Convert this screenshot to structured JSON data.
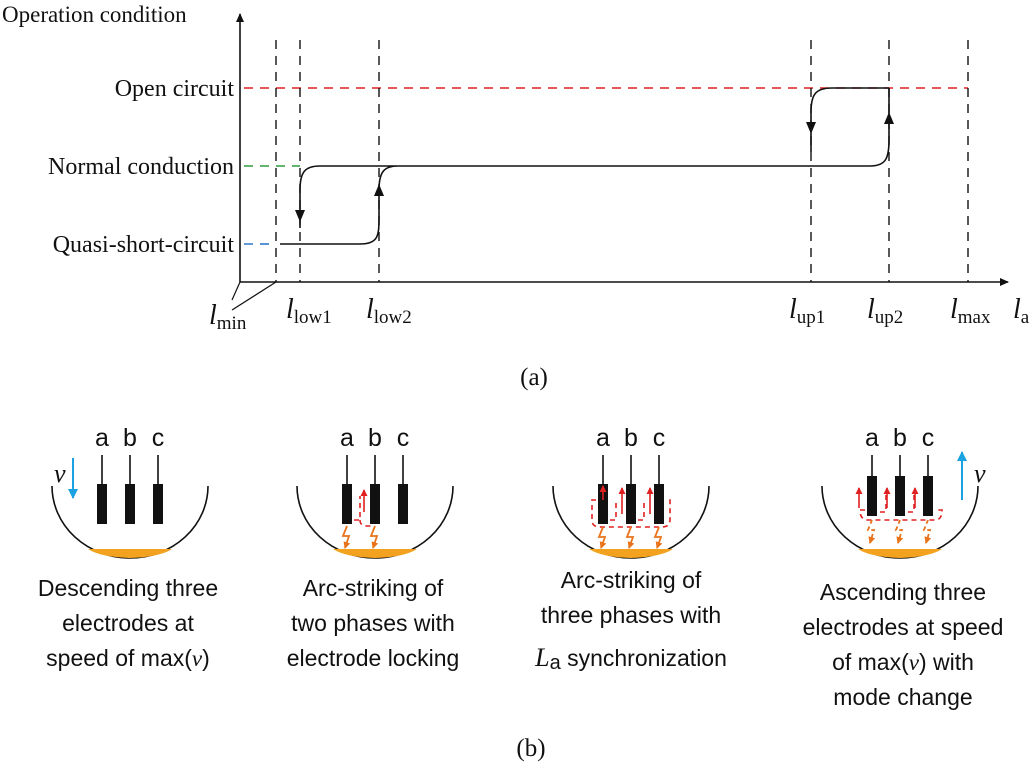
{
  "part_a": {
    "y_axis_label": "Operation condition",
    "x_axis_label_main": "l",
    "x_axis_label_sub": "a",
    "states": [
      {
        "label": "Open circuit",
        "guide_color": "#e02020"
      },
      {
        "label": "Normal conduction",
        "guide_color": "#2e9e3e"
      },
      {
        "label": "Quasi-short-circuit",
        "guide_color": "#1e6fc8"
      }
    ],
    "thresholds": [
      {
        "main": "l",
        "sub": "min"
      },
      {
        "main": "l",
        "sub": "low1"
      },
      {
        "main": "l",
        "sub": "low2"
      },
      {
        "main": "l",
        "sub": "up1"
      },
      {
        "main": "l",
        "sub": "up2"
      },
      {
        "main": "l",
        "sub": "max"
      }
    ],
    "caption": "(a)"
  },
  "part_b": {
    "electrode_labels": [
      "a",
      "b",
      "c"
    ],
    "speed_symbol": "v",
    "colors": {
      "speed_arrow": "#1aa3e0",
      "arc": "#e8731a",
      "current": "#e02020",
      "molten_pool": "#f2a21e"
    },
    "panels": [
      {
        "caption_lines": [
          "Descending three",
          "electrodes at",
          "speed of max(v)"
        ]
      },
      {
        "caption_lines": [
          "Arc-striking of",
          "two phases with",
          "electrode locking"
        ]
      },
      {
        "caption_lines": [
          "Arc-striking of",
          "three phases with",
          "La synchronization"
        ]
      },
      {
        "caption_lines": [
          "Ascending three",
          "electrodes at speed",
          "of max(v) with",
          "mode change"
        ]
      }
    ],
    "caption": "(b)"
  }
}
